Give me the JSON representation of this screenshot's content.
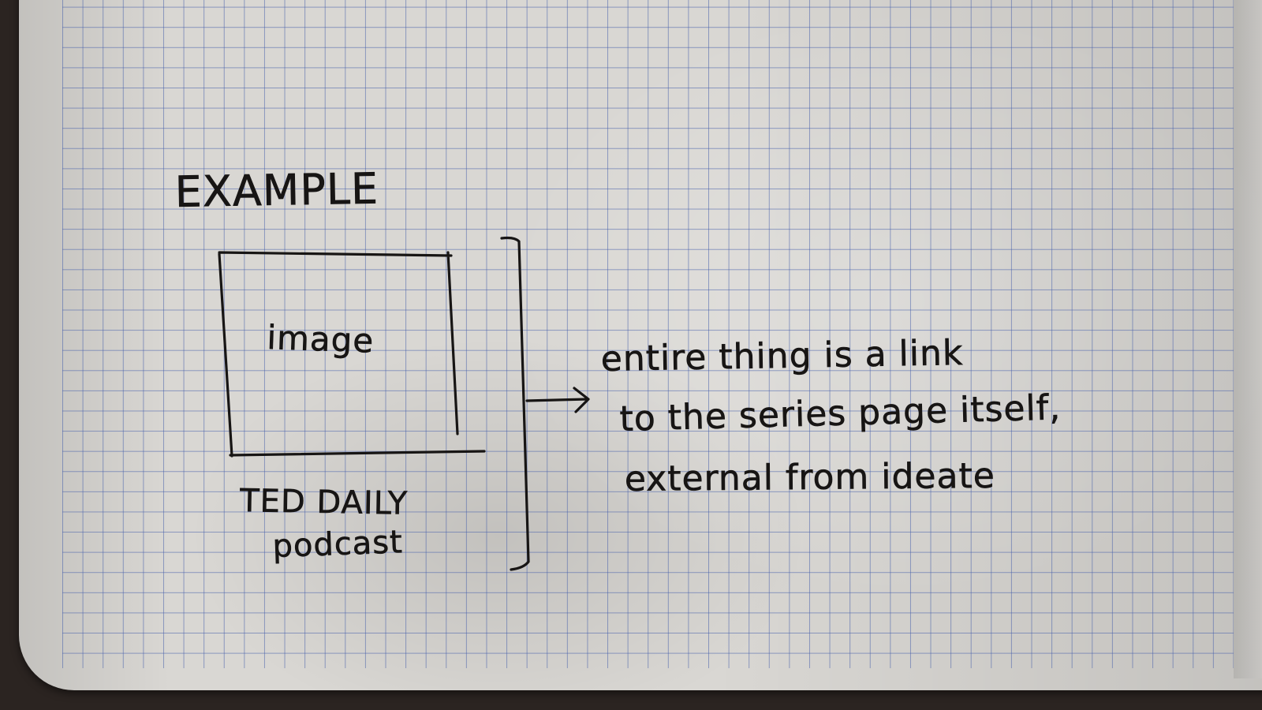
{
  "sketch": {
    "heading": "EXAMPLE",
    "box_label": "image",
    "caption_line1": "TED DAILY",
    "caption_line2": "podcast",
    "note_line1": "entire thing is a link",
    "note_line2": "to the series page itself,",
    "note_line3": "external from ideate"
  },
  "colors": {
    "paper": "#d9d7d3",
    "grid": "#465faa",
    "ink": "#171514",
    "background": "#2b2421"
  }
}
